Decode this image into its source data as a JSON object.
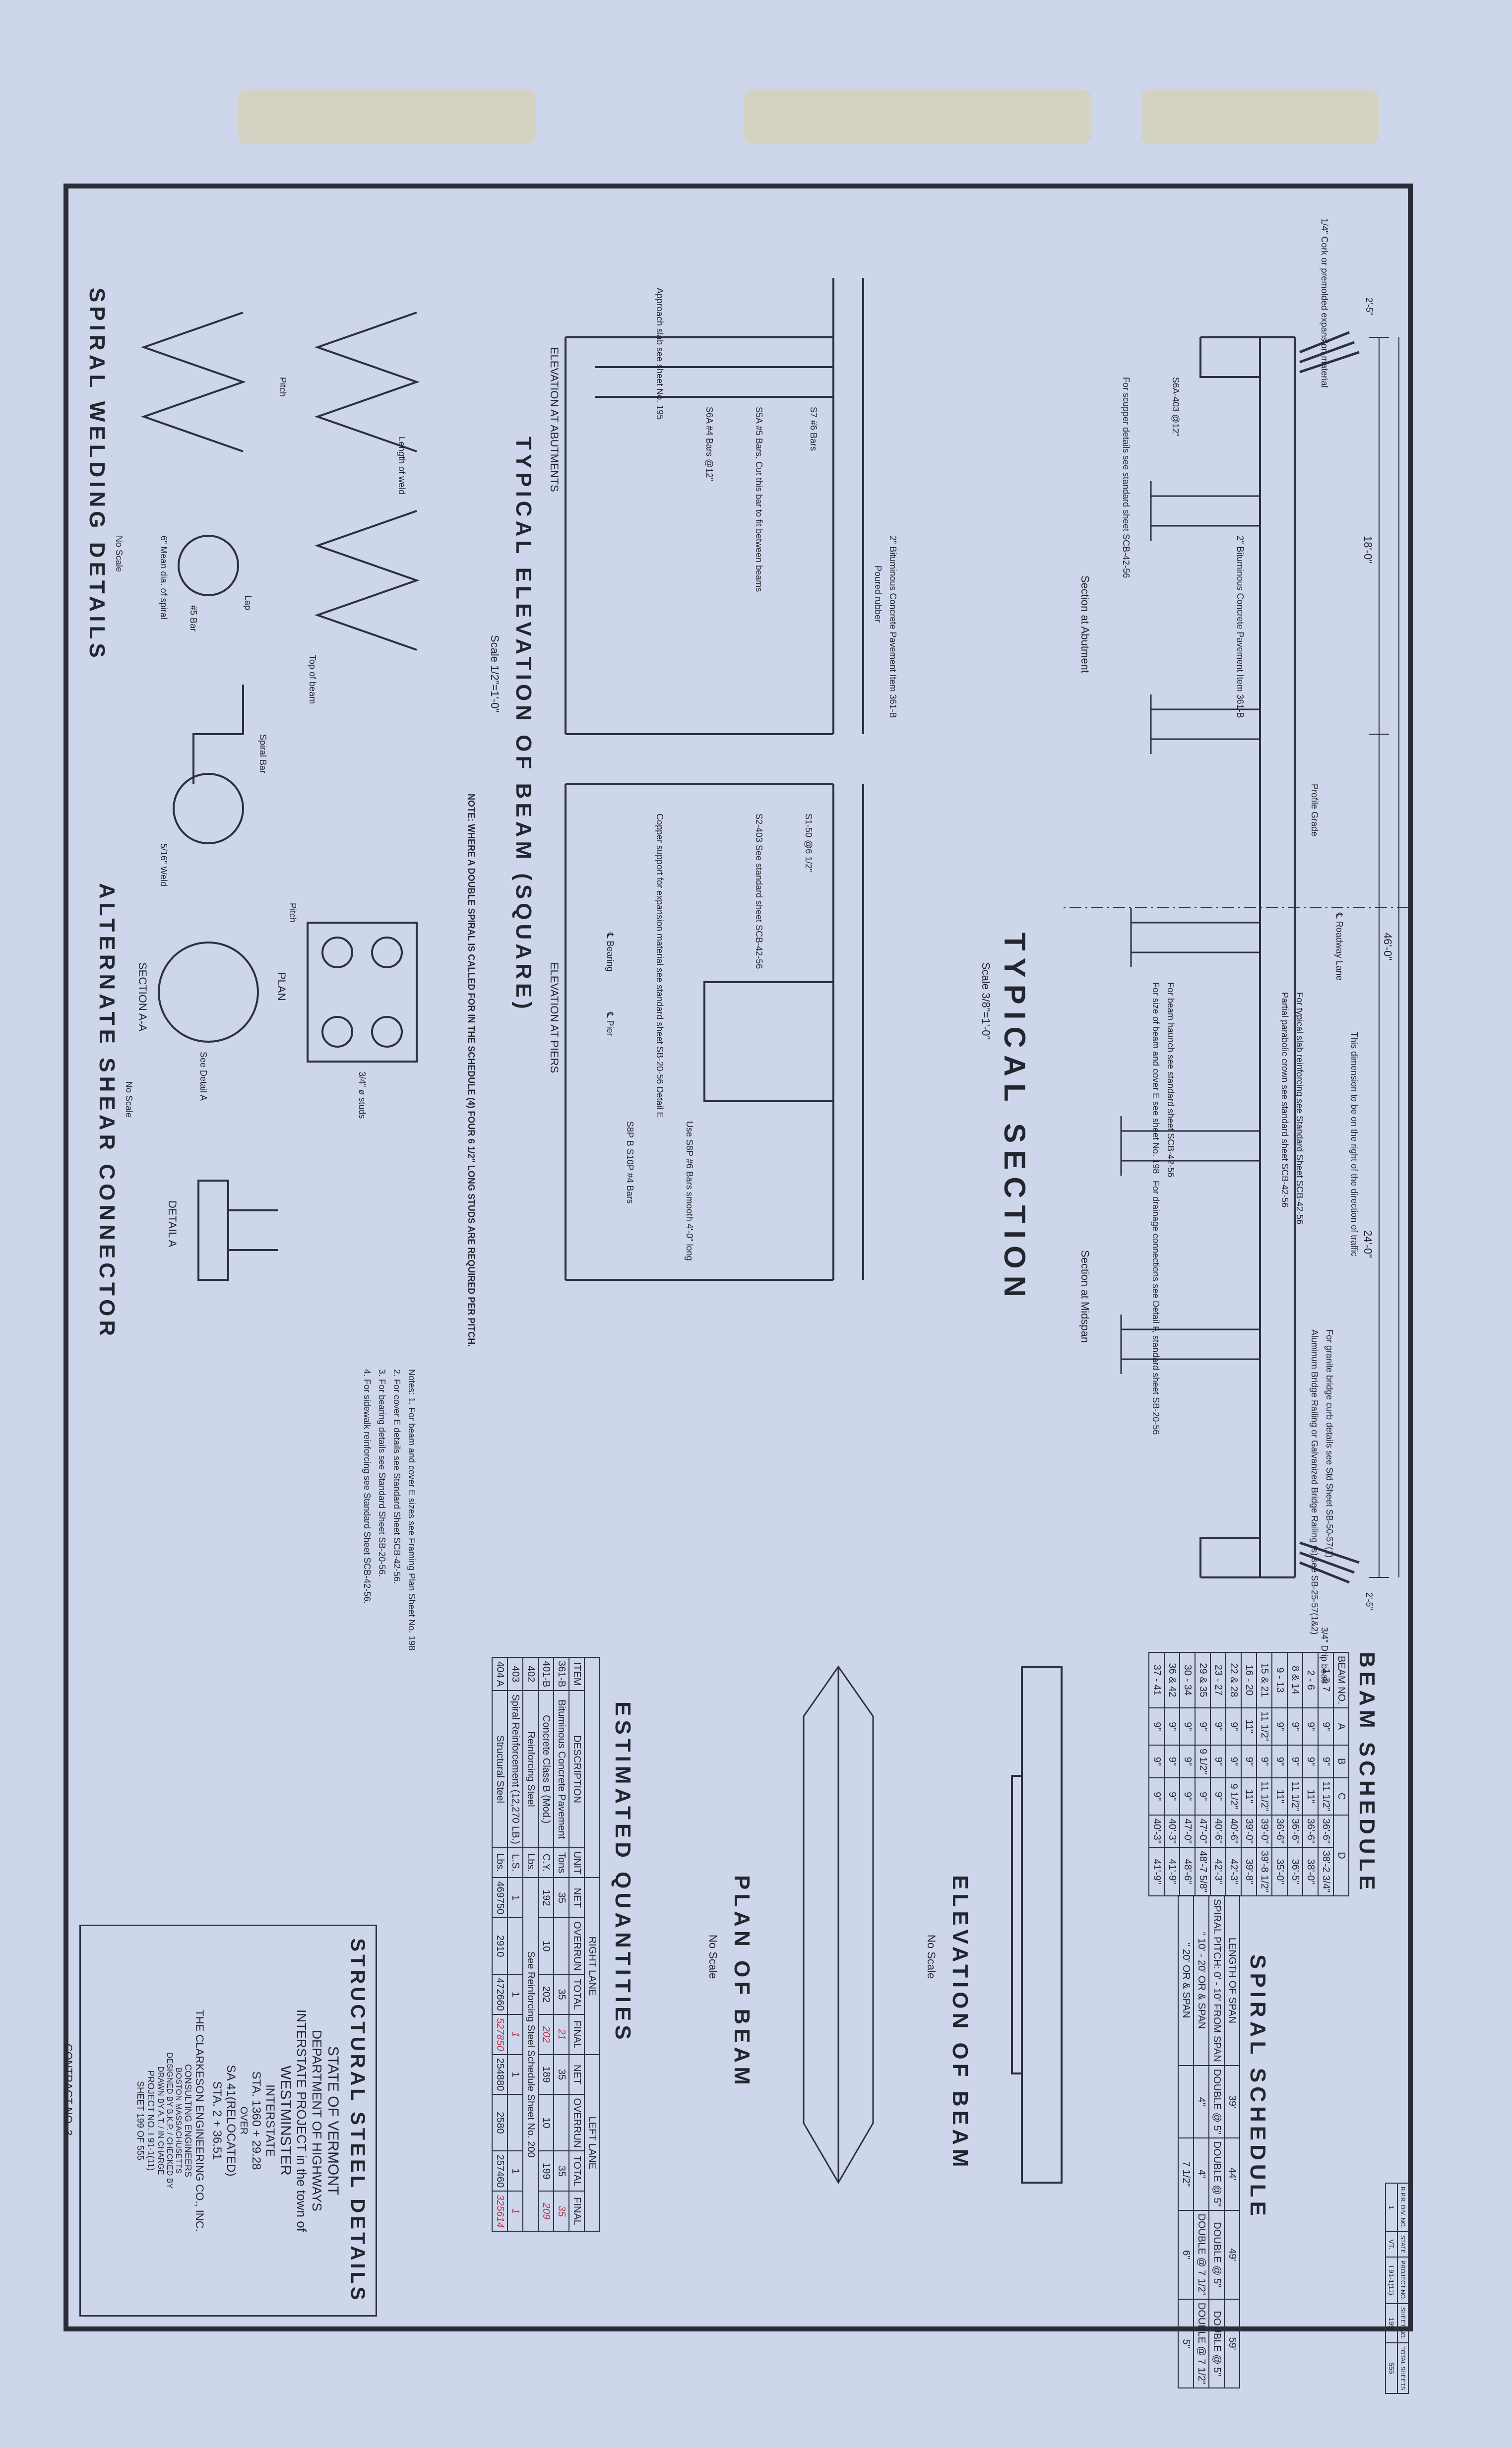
{
  "header_block": {
    "row1": [
      "R.P.R. DIV. NO.",
      "STATE",
      "PROJECT NO.",
      "SHEET NO.",
      "TOTAL SHEETS"
    ],
    "row2": [
      "1",
      "VT.",
      "I 91-1(11)",
      "199",
      "555"
    ]
  },
  "titles": {
    "typical_section": "TYPICAL SECTION",
    "typical_section_scale": "Scale 3/8\"=1'-0\"",
    "section_abutment": "Section at Abutment",
    "section_midspan": "Section at Midspan",
    "typical_elevation": "TYPICAL ELEVATION OF BEAM (SQUARE)",
    "typical_elevation_scale": "Scale 1/2\"=1'-0\"",
    "elev_abutments": "ELEVATION AT ABUTMENTS",
    "elev_piers": "ELEVATION AT PIERS",
    "spiral_welding": "SPIRAL WELDING DETAILS",
    "spiral_welding_scale": "No Scale",
    "shear_connector": "ALTERNATE SHEAR CONNECTOR",
    "shear_connector_scale": "No Scale",
    "plan": "PLAN",
    "section_aa": "SECTION A-A",
    "detail_a": "DETAIL A",
    "elevation_of_beam": "ELEVATION OF BEAM",
    "elevation_of_beam_scale": "No Scale",
    "plan_of_beam": "PLAN OF BEAM",
    "plan_of_beam_scale": "No Scale",
    "estimated_quantities": "ESTIMATED QUANTITIES",
    "beam_schedule": "BEAM SCHEDULE",
    "spiral_schedule": "SPIRAL SCHEDULE"
  },
  "notes": {
    "double_spiral": "NOTE: WHERE A DOUBLE SPIRAL IS CALLED FOR IN THE SCHEDULE (4) FOUR 6 1/2\" LONG STUDS ARE REQUIRED PER PITCH.",
    "list": [
      "Notes: 1. For beam and cover E sizes see Framing Plan Sheet No. 198",
      "2. For cover E details see Standard Sheet SCB-42-56.",
      "3. For bearing details see Standard Sheet SB-20-56.",
      "4. For sidewalk reinforcing see Standard Sheet SCB-42-56."
    ]
  },
  "dimensions": {
    "overall": "46'-0\"",
    "left_half": "18'-0\"",
    "right_half": "24'-0\"",
    "curb_left": "2'-5\"",
    "curb_right": "2'-5\"",
    "traffic_note": "This dimension to be on the right of the direction of traffic",
    "roadway_lane": "℄ Roadway Lane",
    "profile_grade": "Profile Grade"
  },
  "section_callouts": [
    "2\" Bituminous Concrete Pavement Item 361-B",
    "For granite bridge curb details see Std Sheet SB-50-57(1)",
    "Aluminum Bridge Railing or Galvanized Bridge Railing (s) see SB-25-57(1&2)",
    "For typical slab reinforcing see Standard Sheet SCB-42-56",
    "Partial parabolic crown see standard sheet SCB-42-56",
    "For beam haunch see standard sheet SCB-42-56",
    "For size of beam and cover E see sheet No. 198",
    "For drainage connections see Detail F, standard sheet SB-20-56",
    "3/4\" Drip bead",
    "1/4\" Cork or premolded expansion material",
    "S6A-403 @12\"",
    "For scupper details see standard sheet SCB-42-56"
  ],
  "elevation_callouts": [
    "S7 #6 Bars",
    "Poured rubber",
    "2\" Bituminous Concrete Pavement Item 361-B",
    "S5A #5 Bars. Cut this bar to fit between beams",
    "S6A #4 Bars @12\"",
    "Approach slab see sheet No. 195",
    "S1-50 @6 1/2\"",
    "S2-403 See standard sheet SCB-42-56",
    "Copper support for expansion material see standard sheet SB-20-56 Detail E",
    "S8P B S10P #4 Bars",
    "Use S8P #6 Bars smooth 4'-0\" long",
    "℄ Bearing",
    "℄ Pier"
  ],
  "welding_callouts": [
    "Length of weld",
    "Top of beam",
    "Pitch",
    "Lap",
    "#5 Bar",
    "6\" Mean dia. of spiral",
    "Spiral Bar",
    "5/16\" Weld",
    "3/4\" ø studs",
    "See Detail A",
    "Pitch"
  ],
  "beam_schedule": {
    "headers": [
      "BEAM NO.",
      "A",
      "B",
      "C",
      "D"
    ],
    "rows": [
      [
        "1 & 7",
        "9\"",
        "9\"",
        "11 1/2\"",
        "36'-6\"",
        "38'-2 3/4\""
      ],
      [
        "2 - 6",
        "9\"",
        "9\"",
        "11\"",
        "36'-6\"",
        "38'-0\""
      ],
      [
        "8 & 14",
        "9\"",
        "9\"",
        "11 1/2\"",
        "36'-6\"",
        "36'-5\""
      ],
      [
        "9 - 13",
        "9\"",
        "9\"",
        "11\"",
        "36'-6\"",
        "35'-0\""
      ],
      [
        "15 & 21",
        "11 1/2\"",
        "9\"",
        "11 1/2\"",
        "39'-0\"",
        "39'-8 1/2\""
      ],
      [
        "16 - 20",
        "11\"",
        "9\"",
        "11\"",
        "39'-0\"",
        "39'-8\""
      ],
      [
        "22 & 28",
        "9\"",
        "9\"",
        "9 1/2\"",
        "40'-6\"",
        "42'-3\""
      ],
      [
        "23 - 27",
        "9\"",
        "9\"",
        "9\"",
        "40'-6\"",
        "42'-3\""
      ],
      [
        "29 & 35",
        "9\"",
        "9 1/2\"",
        "9\"",
        "47'-0\"",
        "48'-7 5/8\""
      ],
      [
        "30 - 34",
        "9\"",
        "9\"",
        "9\"",
        "47'-0\"",
        "48'-6\""
      ],
      [
        "36 & 42",
        "9\"",
        "9\"",
        "9\"",
        "40'-3\"",
        "41'-9\""
      ],
      [
        "37 - 41",
        "9\"",
        "9\"",
        "9\"",
        "40'-3\"",
        "41'-9\""
      ]
    ]
  },
  "spiral_schedule": {
    "headers": [
      "LENGTH OF SPAN",
      "39'",
      "44'",
      "49'",
      "59'"
    ],
    "rows": [
      [
        "SPIRAL PITCH: 0' - 10' FROM SPAN",
        "DOUBLE @ 5\"",
        "DOUBLE @ 5\"",
        "DOUBLE @ 5\"",
        "DOUBLE @ 5\""
      ],
      [
        "\" 10' - 20' OR & SPAN",
        "4\"",
        "4\"",
        "DOUBLE @ 7 1/2\"",
        "DOUBLE @ 7 1/2\""
      ],
      [
        "\" 20' OR & SPAN",
        "",
        "7 1/2\"",
        "6\"",
        "5\""
      ]
    ]
  },
  "estimated_quantities": {
    "group_headers": [
      "RIGHT LANE",
      "LEFT LANE"
    ],
    "headers": [
      "ITEM",
      "DESCRIPTION",
      "UNIT",
      "NET",
      "OVERRUN",
      "TOTAL",
      "FINAL",
      "NET",
      "OVERRUN",
      "TOTAL",
      "FINAL"
    ],
    "rows": [
      [
        "361-B",
        "Bituminous Concrete Pavement",
        "Tons",
        "35",
        "",
        "35",
        "21",
        "35",
        "",
        "35",
        "35"
      ],
      [
        "401-B",
        "Concrete Class B (Mod.)",
        "C.Y.",
        "192",
        "10",
        "202",
        "202",
        "189",
        "10",
        "199",
        "209"
      ],
      [
        "402",
        "Reinforcing Steel",
        "Lbs.",
        "See Reinforcing Steel Schedule Sheet No. 200",
        "",
        "",
        "",
        "",
        "",
        "",
        ""
      ],
      [
        "403",
        "Spiral Reinforcement (12,270 LB.)",
        "L.S.",
        "1",
        "",
        "1",
        "1",
        "1",
        "",
        "1",
        "1"
      ],
      [
        "404 A",
        "Structural Steel",
        "Lbs.",
        "469750",
        "2910",
        "472660",
        "527850",
        "254880",
        "2580",
        "257460",
        "325614"
      ]
    ]
  },
  "title_block": {
    "title": "STRUCTURAL STEEL DETAILS",
    "state": "STATE OF VERMONT",
    "department": "DEPARTMENT OF HIGHWAYS",
    "project_line": "INTERSTATE PROJECT in the town of",
    "town": "WESTMINSTER",
    "route": "INTERSTATE",
    "station_from": "STA. 1360 + 29.28",
    "over": "OVER",
    "route2": "SA 41(RELOCATED)",
    "station_to": "STA. 2 + 36.51",
    "firm": "THE CLARKESON ENGINEERING CO., INC.",
    "firm_sub": "CONSULTING ENGINEERS",
    "location": "BOSTON MASSACHUSETTS",
    "designed": "DESIGNED BY B.K.P. / CHECKED BY",
    "drawn": "DRAWN BY A.T. / IN CHARGE",
    "project_no": "PROJECT NO. I 91-1(11)",
    "sheet": "SHEET 199 OF 555",
    "contract": "CONTRACT NO. 3"
  }
}
